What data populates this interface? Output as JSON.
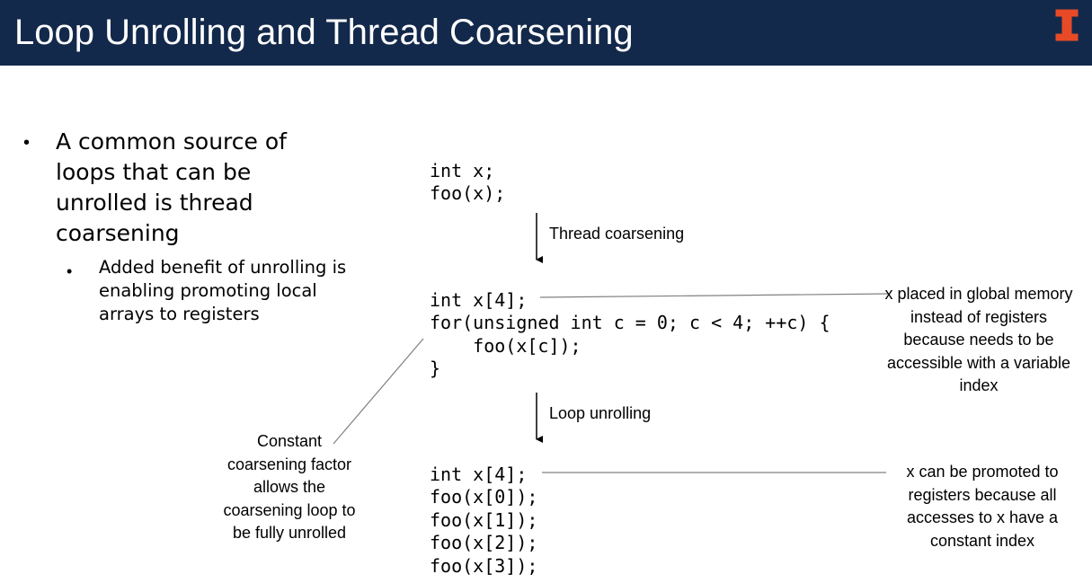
{
  "slide": {
    "title": "Loop Unrolling and Thread Coarsening",
    "logo": "illinois-block-i",
    "colors": {
      "header_bg": "#13294b",
      "logo_orange": "#e84a27"
    }
  },
  "bullets": {
    "main": "A common source of loops that can be unrolled is thread coarsening",
    "sub": "Added benefit of unrolling is enabling promoting local arrays to registers"
  },
  "code": {
    "original": "int x;\nfoo(x);",
    "coarsened": "int x[4];\nfor(unsigned int c = 0; c < 4; ++c) {\n    foo(x[c]);\n}",
    "unrolled": "int x[4];\nfoo(x[0]);\nfoo(x[1]);\nfoo(x[2]);\nfoo(x[3]);"
  },
  "arrows": {
    "thread_coarsening": "Thread coarsening",
    "loop_unrolling": "Loop unrolling"
  },
  "notes": {
    "global_memory": "x placed in global memory instead of registers because needs to be accessible with a variable index",
    "promoted": "x can be promoted to registers because all accesses to x have a constant index",
    "constant_factor": "Constant coarsening factor allows the coarsening loop to be fully unrolled"
  }
}
